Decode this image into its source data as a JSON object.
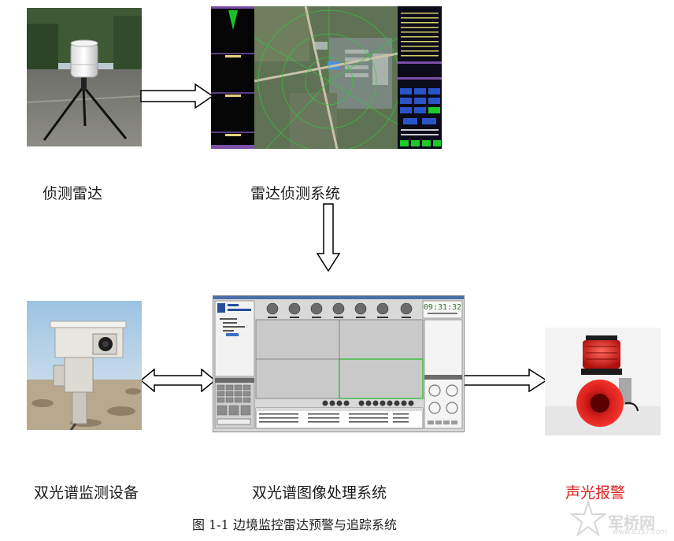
{
  "labels": {
    "radar": "侦测雷达",
    "radar_system": "雷达侦测系统",
    "dual_device": "双光谱监测设备",
    "dual_system": "双光谱图像处理系统",
    "alarm": "声光报警"
  },
  "caption": "图 1-1 边境监控雷达预警与追踪系统",
  "clock": "09:31:32",
  "watermark": {
    "main": "军桥网",
    "sub": "www.8337.com"
  },
  "colors": {
    "alarm_label": "#e02020",
    "radar_track": "#2ecc40",
    "selection": "#22bb22"
  }
}
